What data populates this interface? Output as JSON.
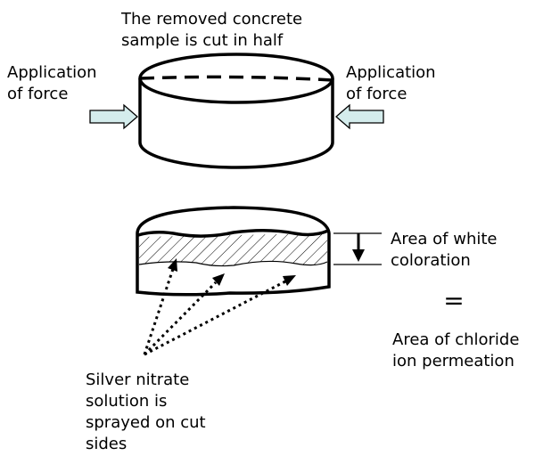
{
  "top": {
    "caption": [
      "The removed concrete",
      "sample is cut in half"
    ],
    "force_left": [
      "Application",
      "of force"
    ],
    "force_right": [
      "Application",
      "of force"
    ]
  },
  "bottom": {
    "white_area": [
      "Area of white",
      "coloration"
    ],
    "equals": "=",
    "chloride_area": [
      "Area of chloride",
      "ion permeation"
    ],
    "spray": [
      "Silver nitrate",
      "solution is",
      "sprayed on cut",
      "sides"
    ]
  },
  "colors": {
    "force_arrow_fill": "#d4ecec",
    "line": "#000000"
  }
}
